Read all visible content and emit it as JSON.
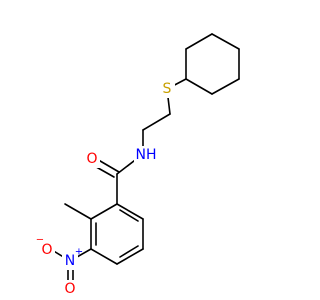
{
  "molecule": {
    "atoms": {
      "amide_oxygen": {
        "symbol": "O",
        "color": "#ff0000"
      },
      "amide_nitrogen": {
        "symbol": "NH",
        "color": "#0000ff"
      },
      "sulfur": {
        "symbol": "S",
        "color": "#c8a000"
      },
      "nitro_nitrogen": {
        "symbol": "N",
        "charge": "+",
        "color": "#0000ff"
      },
      "nitro_oxygen_top": {
        "symbol": "O",
        "charge": "−",
        "color": "#ff0000"
      },
      "nitro_oxygen_bottom": {
        "symbol": "O",
        "color": "#ff0000"
      }
    },
    "bond_color": "#000000"
  }
}
